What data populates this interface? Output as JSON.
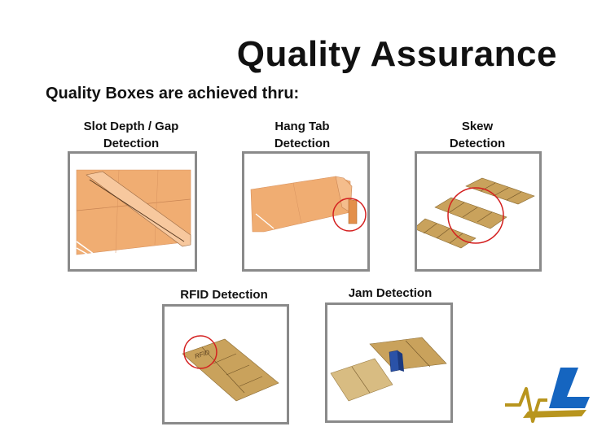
{
  "slide": {
    "title": "Quality Assurance",
    "subtitle": "Quality Boxes are achieved thru:"
  },
  "panels": [
    {
      "id": "slot-depth",
      "caption_line1": "Slot Depth / Gap",
      "caption_line2": "Detection"
    },
    {
      "id": "hang-tab",
      "caption_line1": "Hang Tab",
      "caption_line2": "Detection"
    },
    {
      "id": "skew",
      "caption_line1": "Skew",
      "caption_line2": "Detection"
    },
    {
      "id": "rfid",
      "caption": "RFID Detection",
      "tag_text": "RFID"
    },
    {
      "id": "jam",
      "caption": "Jam Detection"
    }
  ],
  "colors": {
    "board_light": "#f0ad72",
    "board_kraft": "#c9a25c",
    "highlight_circle": "#d42020",
    "panel_border": "#8a8a8a",
    "logo_blue": "#1565c0",
    "logo_gold": "#b8951e"
  }
}
